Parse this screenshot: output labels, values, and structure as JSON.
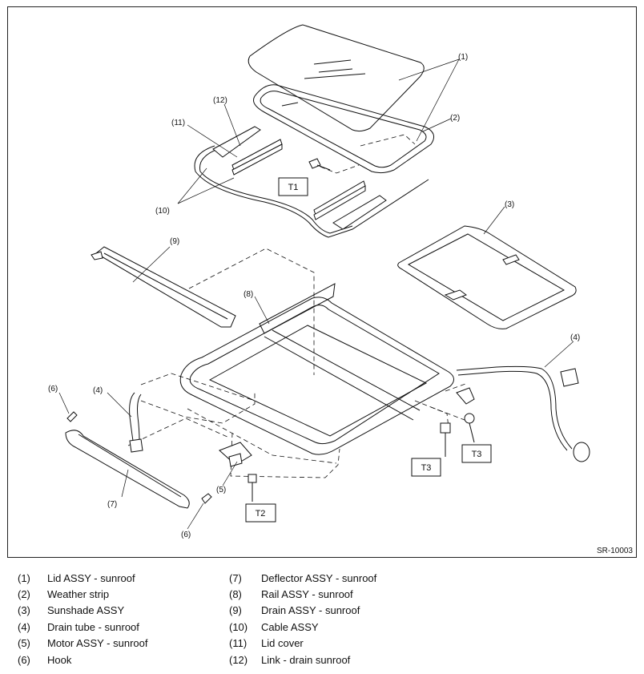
{
  "diagram": {
    "code": "SR-10003",
    "callouts": {
      "c1": "(1)",
      "c2": "(2)",
      "c3": "(3)",
      "c4a": "(4)",
      "c4b": "(4)",
      "c5": "(5)",
      "c6a": "(6)",
      "c6b": "(6)",
      "c7": "(7)",
      "c8": "(8)",
      "c9": "(9)",
      "c10": "(10)",
      "c11": "(11)",
      "c12": "(12)"
    },
    "torques": {
      "t1": "T1",
      "t2": "T2",
      "t3a": "T3",
      "t3b": "T3"
    }
  },
  "legend": [
    {
      "num": "(1)",
      "label": "Lid ASSY - sunroof"
    },
    {
      "num": "(2)",
      "label": "Weather strip"
    },
    {
      "num": "(3)",
      "label": "Sunshade ASSY"
    },
    {
      "num": "(4)",
      "label": "Drain tube - sunroof"
    },
    {
      "num": "(5)",
      "label": "Motor ASSY - sunroof"
    },
    {
      "num": "(6)",
      "label": "Hook"
    },
    {
      "num": "(7)",
      "label": "Deflector ASSY - sunroof"
    },
    {
      "num": "(8)",
      "label": "Rail ASSY - sunroof"
    },
    {
      "num": "(9)",
      "label": "Drain ASSY - sunroof"
    },
    {
      "num": "(10)",
      "label": "Cable ASSY"
    },
    {
      "num": "(11)",
      "label": "Lid cover"
    },
    {
      "num": "(12)",
      "label": "Link - drain sunroof"
    }
  ]
}
